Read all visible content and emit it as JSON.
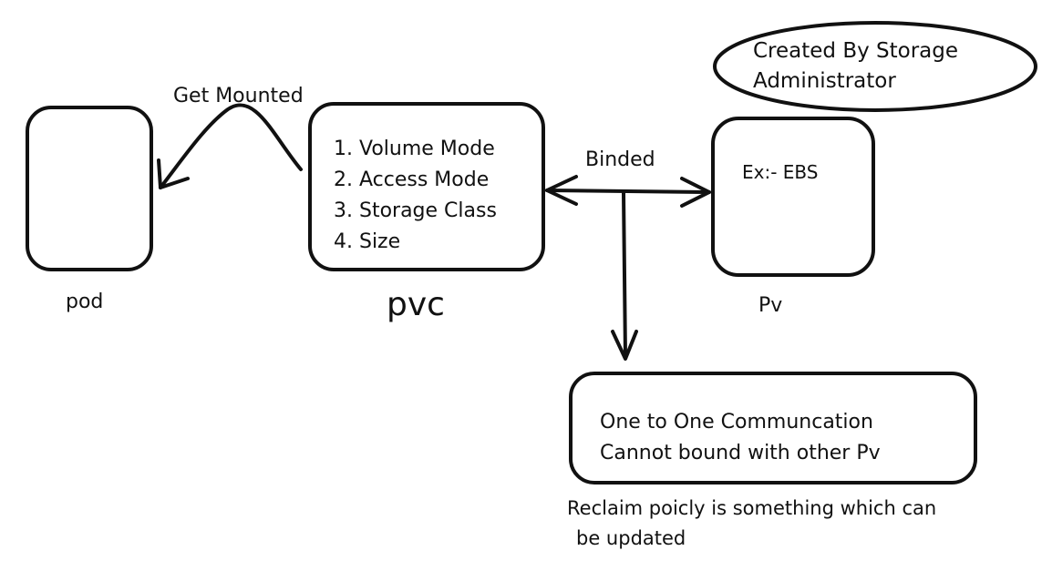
{
  "nodes": {
    "pod": {
      "label": "pod"
    },
    "pvc": {
      "label": "pvc",
      "items": [
        "1. Volume  Mode",
        "2. Access Mode",
        "3. Storage Class",
        "4. Size"
      ]
    },
    "pv": {
      "label": "Pv",
      "content": "Ex:- EBS"
    },
    "admin_note": {
      "lines": [
        "Created By Storage",
        "Administrator"
      ]
    },
    "binding_note": {
      "lines": [
        "One to One Communcation",
        "Cannot bound with other Pv"
      ]
    }
  },
  "edges": {
    "mount": {
      "label": "Get Mounted"
    },
    "bind": {
      "label": "Binded"
    }
  },
  "reclaim_note": {
    "lines": [
      "Reclaim poicly is something which can",
      "be updated"
    ]
  }
}
